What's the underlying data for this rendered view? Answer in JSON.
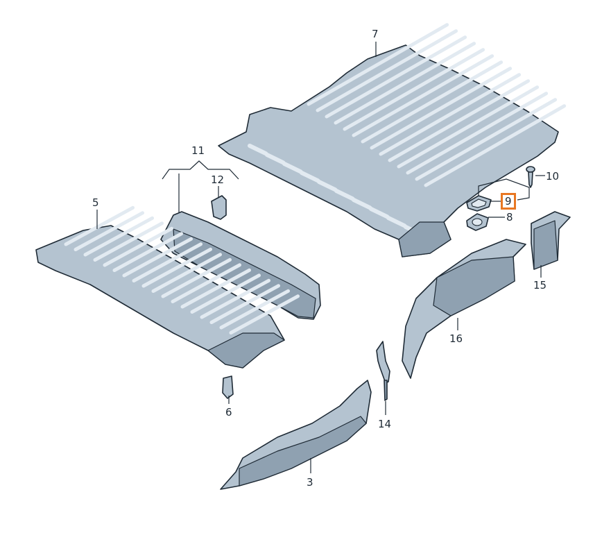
{
  "diagram": {
    "highlight_color": "#e87722",
    "part_fill_color": "#b4c3d0",
    "line_color": "#1e2a35",
    "callouts": [
      {
        "id": "c7",
        "label": "7"
      },
      {
        "id": "c10",
        "label": "10"
      },
      {
        "id": "c9",
        "label": "9",
        "highlighted": true
      },
      {
        "id": "c8",
        "label": "8"
      },
      {
        "id": "c11",
        "label": "11"
      },
      {
        "id": "c12",
        "label": "12"
      },
      {
        "id": "c5",
        "label": "5"
      },
      {
        "id": "c15",
        "label": "15"
      },
      {
        "id": "c16",
        "label": "16"
      },
      {
        "id": "c6",
        "label": "6"
      },
      {
        "id": "c14",
        "label": "14"
      },
      {
        "id": "c3",
        "label": "3"
      }
    ]
  }
}
